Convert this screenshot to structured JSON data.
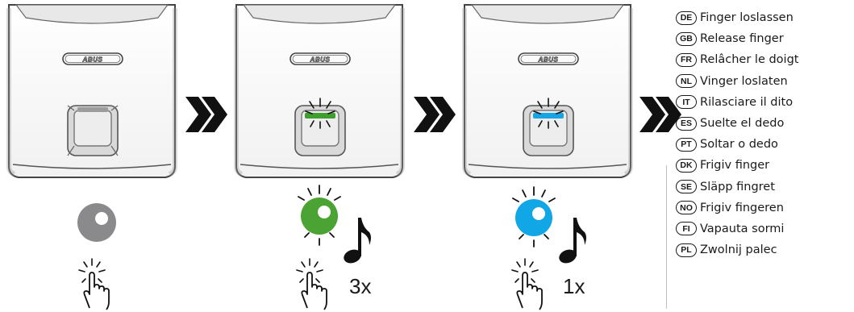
{
  "steps": [
    {
      "indicator": "grey-led-off",
      "light": "none",
      "count": "",
      "colors": {
        "led": "#8a8a8c"
      }
    },
    {
      "indicator": "green-led-blinking",
      "light": "green",
      "count": "3x",
      "colors": {
        "led": "#4aa333",
        "bar": "#3f9e2f"
      }
    },
    {
      "indicator": "blue-led-blinking",
      "light": "blue",
      "count": "1x",
      "colors": {
        "led": "#11a6e6",
        "bar": "#18a3e2"
      }
    }
  ],
  "brand_badge": "ABUS",
  "icons": [
    "device-icon",
    "double-chevron-right-icon",
    "led-icon",
    "finger-tap-icon",
    "music-note-icon"
  ],
  "languages": [
    {
      "code": "DE",
      "text": "Finger loslassen"
    },
    {
      "code": "GB",
      "text": "Release finger"
    },
    {
      "code": "FR",
      "text": "Relâcher le doigt"
    },
    {
      "code": "NL",
      "text": "Vinger loslaten"
    },
    {
      "code": "IT",
      "text": "Rilasciare il dito"
    },
    {
      "code": "ES",
      "text": "Suelte el dedo"
    },
    {
      "code": "PT",
      "text": "Soltar o dedo"
    },
    {
      "code": "DK",
      "text": "Frigiv finger"
    },
    {
      "code": "SE",
      "text": "Släpp fingret"
    },
    {
      "code": "NO",
      "text": "Frigiv fingeren"
    },
    {
      "code": "FI",
      "text": "Vapauta sormi"
    },
    {
      "code": "PL",
      "text": "Zwolnij palec"
    }
  ]
}
